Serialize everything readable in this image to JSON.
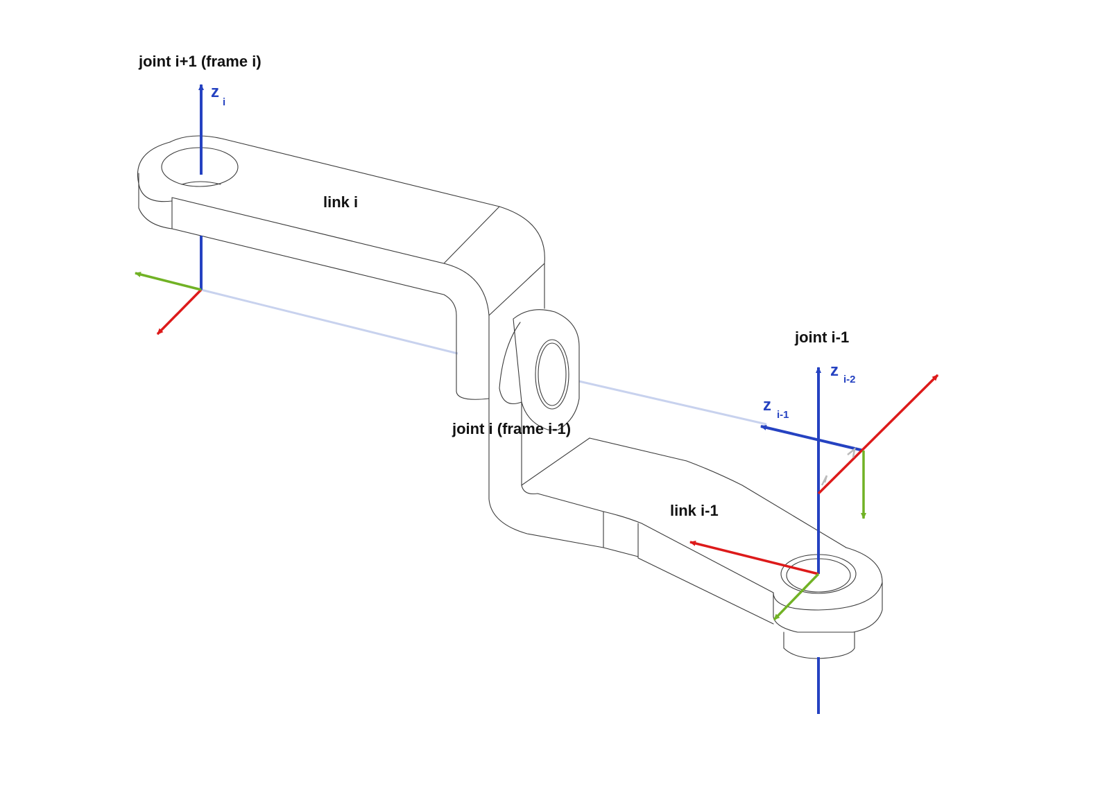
{
  "colors": {
    "z_axis": "#2542c1",
    "x_axis": "#dd1a1a",
    "y_axis": "#71b225",
    "common_normal": "#c8d2ee",
    "outline": "#3a3a3a"
  },
  "labels": {
    "joint_i_plus_1": "joint i+1 (frame i)",
    "joint_i": "joint i (frame i-1)",
    "joint_i_minus_1": "joint i-1",
    "link_i": "link i",
    "link_i_minus_1": "link i-1"
  },
  "axes": {
    "z_i": {
      "main": "z",
      "sub": "i"
    },
    "z_i_minus_1": {
      "main": "z",
      "sub": "i-1"
    },
    "z_i_minus_2": {
      "main": "z",
      "sub": "i-2"
    }
  }
}
